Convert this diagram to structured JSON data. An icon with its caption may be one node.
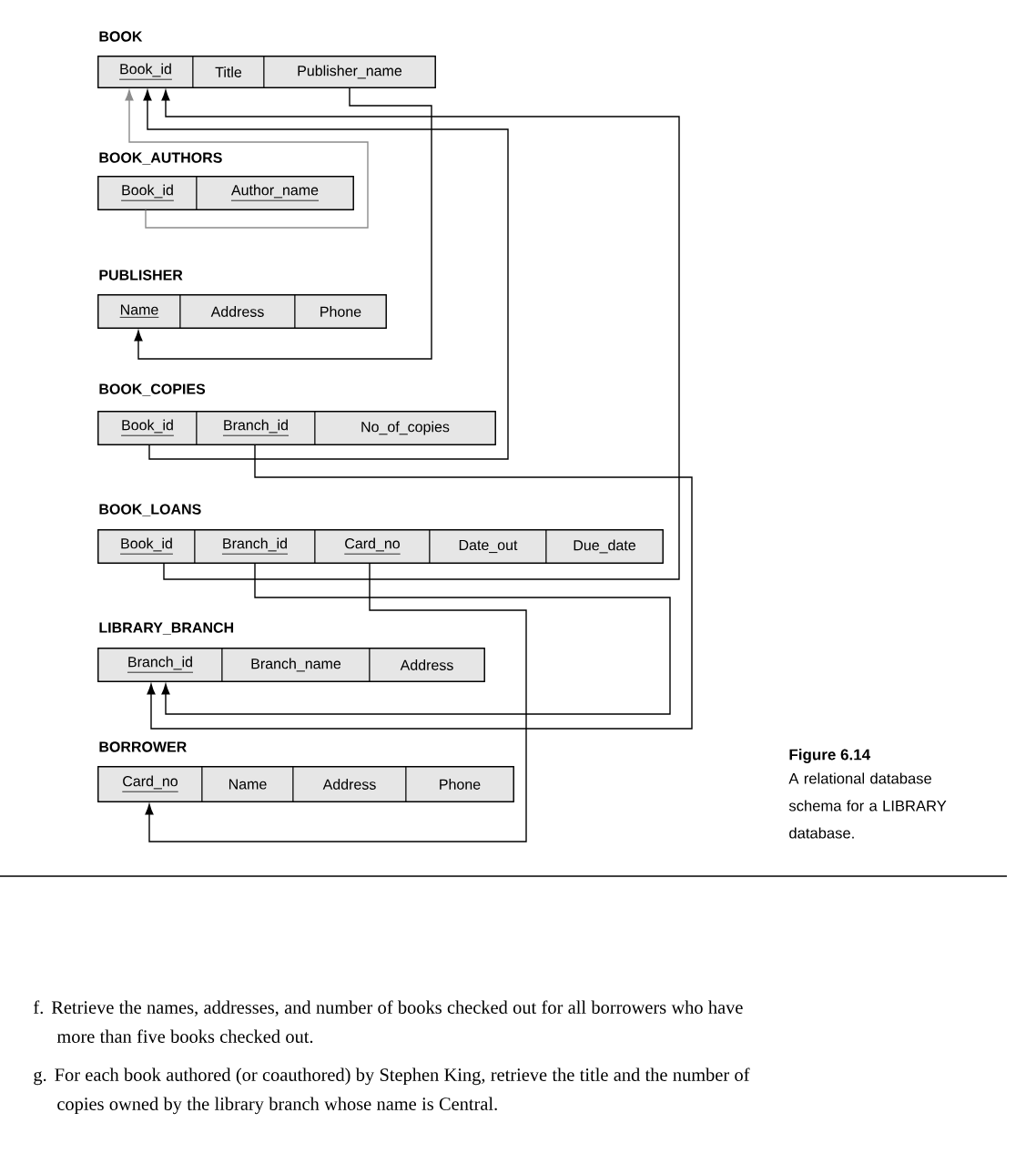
{
  "diagram": {
    "title": "Figure 6.14",
    "caption": "A relational database schema for a LIBRARY database.",
    "nodes": [
      {
        "text": [
          "BOOK"
        ]
      },
      {
        "text": [
          "Book_id"
        ],
        "in": 0
      },
      {
        "text": [
          "Title"
        ],
        "in": 0
      },
      {
        "text": [
          "Publisher_name"
        ],
        "in": 0
      },
      {
        "text": [
          "BOOK_AUTHORS"
        ]
      },
      {
        "text": [
          "Book_id"
        ],
        "in": 4
      },
      {
        "text": [
          "Author_name"
        ],
        "in": 4
      },
      {
        "text": [
          "PUBLISHER"
        ]
      },
      {
        "text": [
          "Name"
        ],
        "in": 7
      },
      {
        "text": [
          "Address"
        ],
        "in": 7
      },
      {
        "text": [
          "Phone"
        ],
        "in": 7
      },
      {
        "text": [
          "BOOK_COPIES"
        ]
      },
      {
        "text": [
          "Book_id"
        ],
        "in": 11
      },
      {
        "text": [
          "Branch_id"
        ],
        "in": 11
      },
      {
        "text": [
          "No_of_copies"
        ],
        "in": 11
      },
      {
        "text": [
          "BOOK_LOANS"
        ]
      },
      {
        "text": [
          "Book_id"
        ],
        "in": 15
      },
      {
        "text": [
          "Branch_id"
        ],
        "in": 15
      },
      {
        "text": [
          "Card_no"
        ],
        "in": 15
      },
      {
        "text": [
          "Date_out"
        ],
        "in": 15
      },
      {
        "text": [
          "Due_date"
        ],
        "in": 15
      },
      {
        "text": [
          "LIBRARY_BRANCH"
        ]
      },
      {
        "text": [
          "Branch_id"
        ],
        "in": 21
      },
      {
        "text": [
          "Branch_name"
        ],
        "in": 21
      },
      {
        "text": [
          "Address"
        ],
        "in": 21
      },
      {
        "text": [
          "BORROWER"
        ]
      },
      {
        "text": [
          "Card_no"
        ],
        "in": 25
      },
      {
        "text": [
          "Name"
        ],
        "in": 25
      },
      {
        "text": [
          "Address"
        ],
        "in": 25
      },
      {
        "text": [
          "Phone"
        ],
        "in": 25
      }
    ],
    "edges": [
      {
        "from": 3,
        "to": 8,
        "arrow": "to"
      },
      {
        "from": 5,
        "to": 1,
        "arrow": "to",
        "color": "#8c8c8c"
      },
      {
        "from": 12,
        "to": 1,
        "arrow": "to"
      },
      {
        "from": 16,
        "to": 1,
        "arrow": "to"
      },
      {
        "from": 13,
        "to": 22,
        "arrow": "to"
      },
      {
        "from": 17,
        "to": 22,
        "arrow": "to"
      },
      {
        "from": 18,
        "to": 26,
        "arrow": "to"
      }
    ],
    "labels": [
      "f. Retrieve the names, addresses, and number of books checked out for all borrowers who have more than five books checked out.",
      "g. For each book authored (or coauthored) by Stephen King, retrieve the title and the number of copies owned by the library branch whose name is Central."
    ]
  }
}
